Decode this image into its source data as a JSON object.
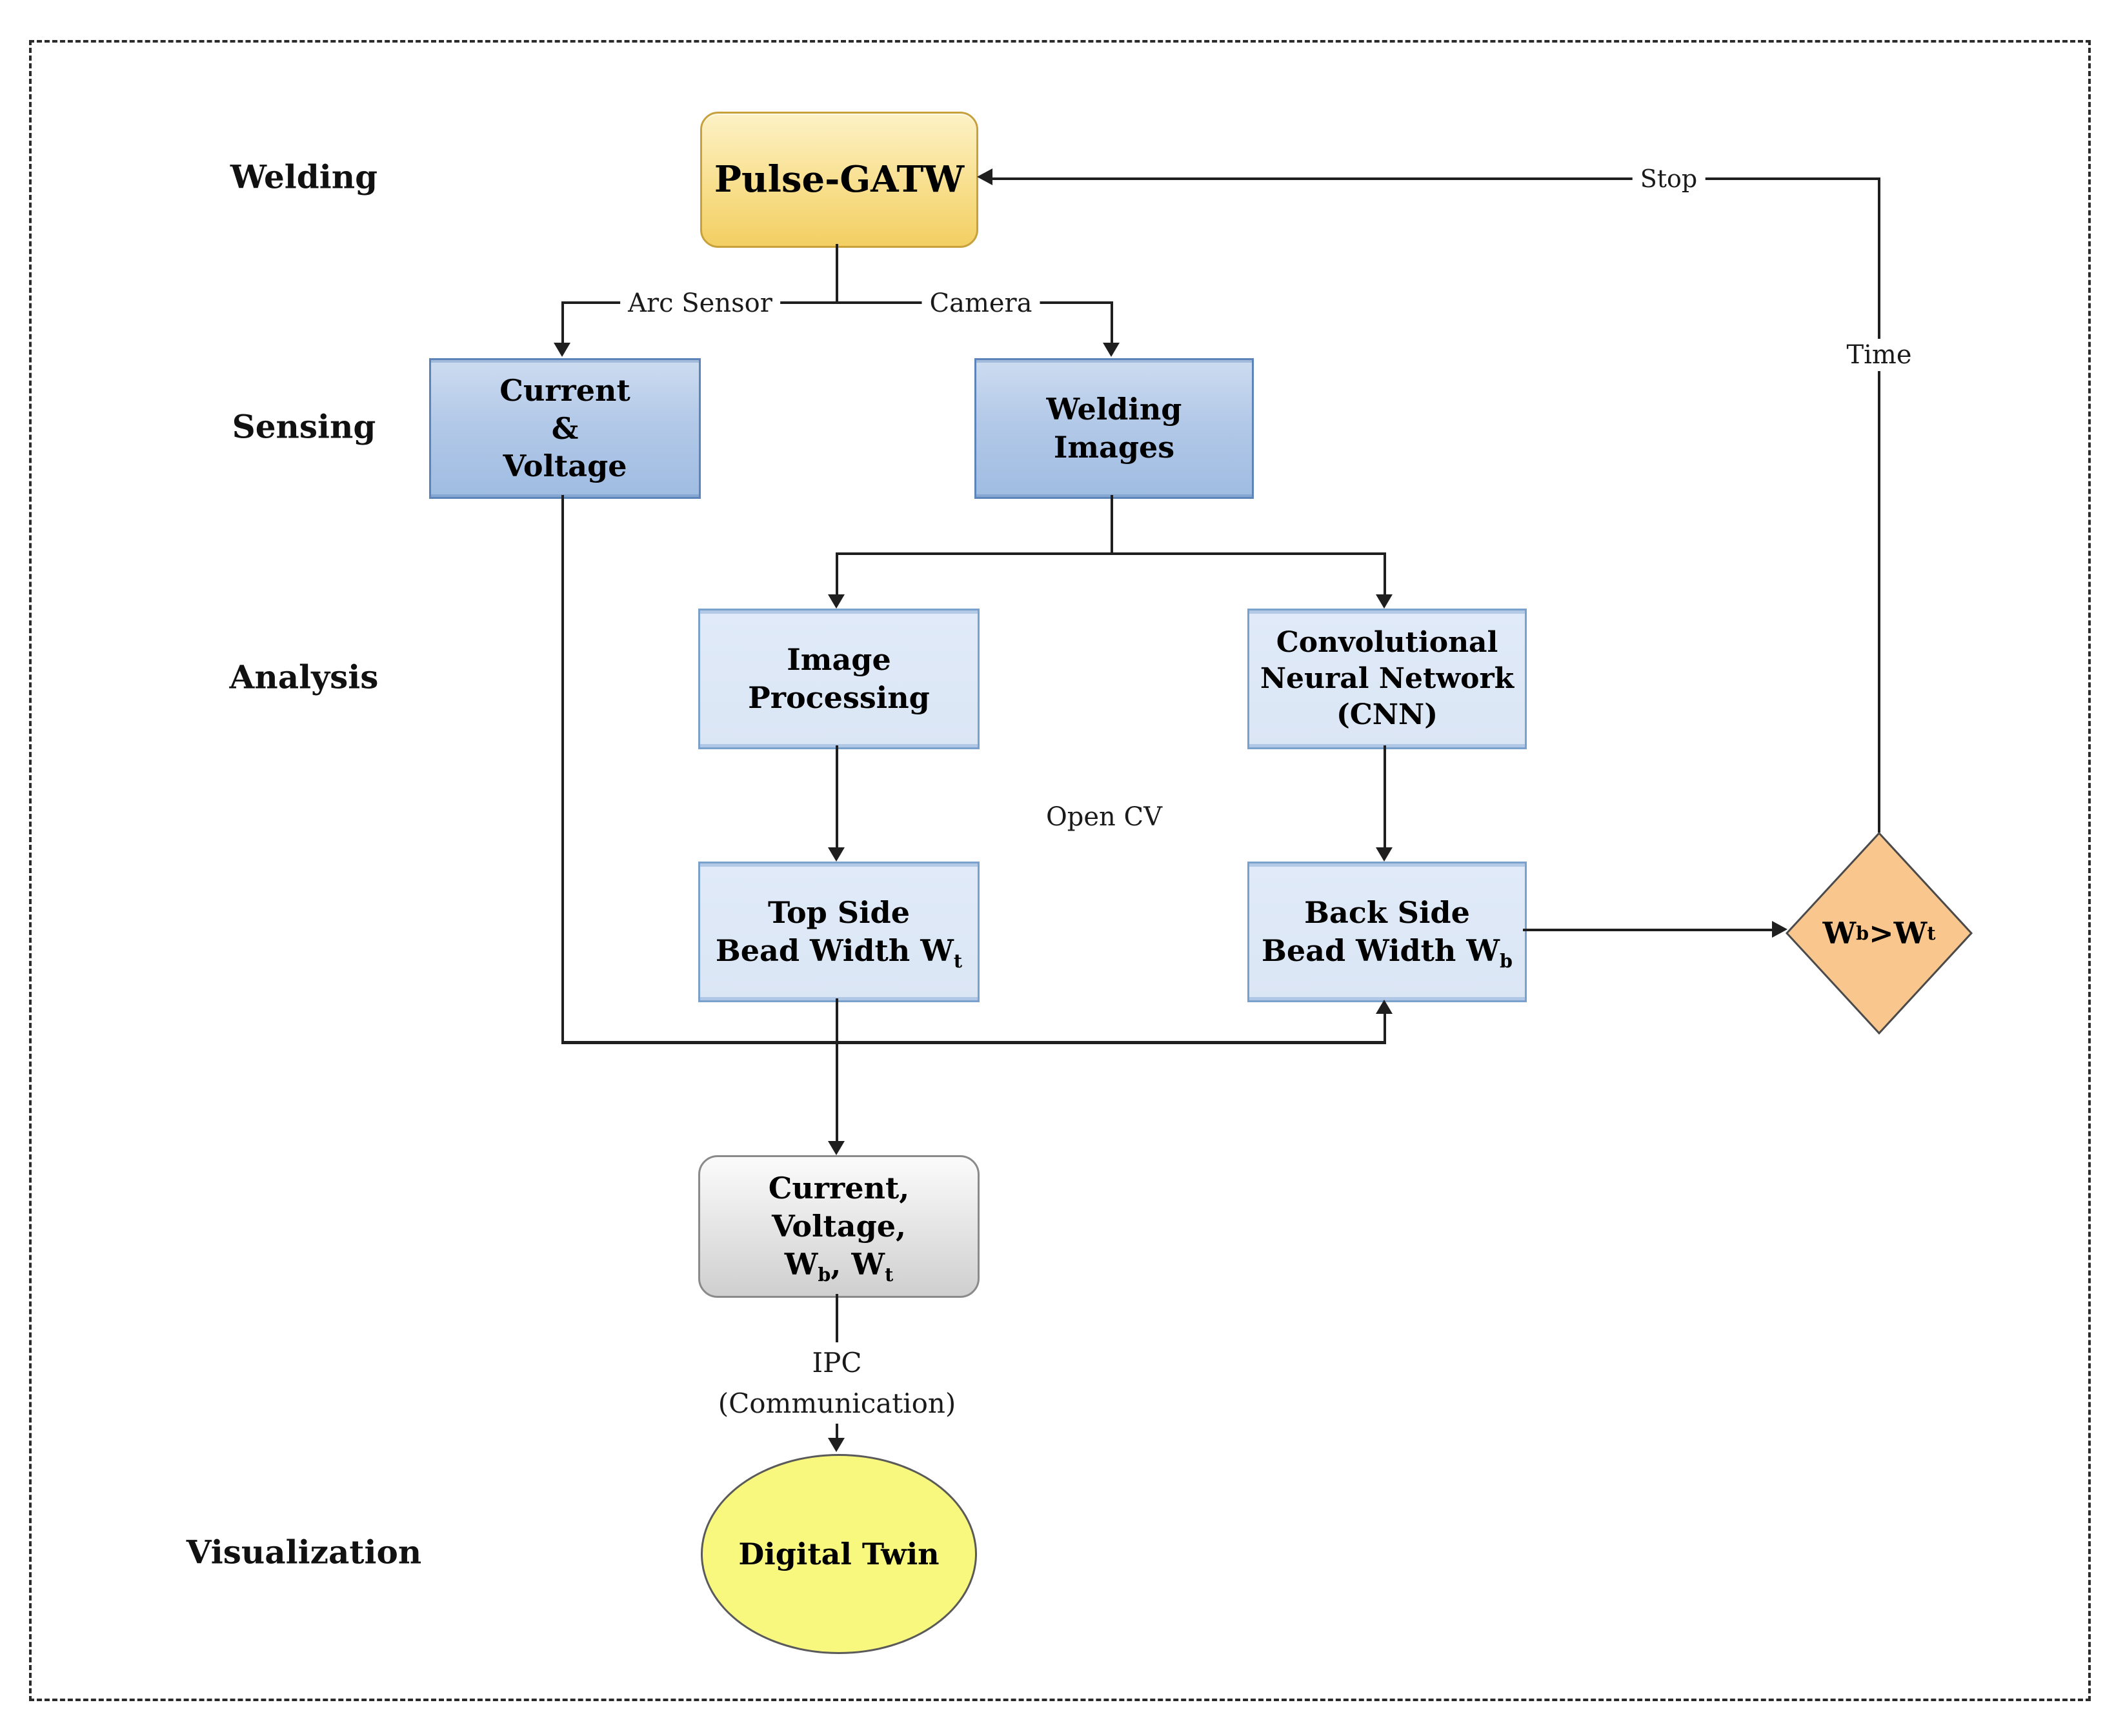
{
  "figure": {
    "stage_labels": {
      "welding": "Welding",
      "sensing": "Sensing",
      "analysis": "Analysis",
      "visualization": "Visualization"
    },
    "nodes": {
      "pulse_gatw": {
        "label": "Pulse-GATW"
      },
      "current_voltage": {
        "lines": [
          "Current",
          "&",
          "Voltage"
        ]
      },
      "welding_images": {
        "lines": [
          "Welding",
          "Images"
        ]
      },
      "image_processing": {
        "lines": [
          "Image",
          "Processing"
        ]
      },
      "cnn": {
        "lines": [
          "Convolutional",
          "Neural Network",
          "(CNN)"
        ]
      },
      "top_side": {
        "line1": "Top Side",
        "line2_main": "Bead Width W",
        "line2_sub": "t"
      },
      "back_side": {
        "line1": "Back Side",
        "line2_main": "Bead Width W",
        "line2_sub": "b"
      },
      "data_bundle": {
        "line1": "Current,",
        "line2": "Voltage,",
        "w1": "W",
        "w1_sub": "b",
        "sep": ", ",
        "w2": "W",
        "w2_sub": "t"
      },
      "decision": {
        "w1": "W",
        "w1_sub": "b",
        "op": " >",
        "w2": "W",
        "w2_sub": "t"
      },
      "digital_twin": {
        "label": "Digital Twin"
      }
    },
    "edge_labels": {
      "arc_sensor": "Arc Sensor",
      "camera": "Camera",
      "open_cv": "Open CV",
      "stop": "Stop",
      "time": "Time",
      "ipc_line1": "IPC",
      "ipc_line2": "(Communication)"
    },
    "colors": {
      "pulse_fill_top": "#fdf2c6",
      "pulse_fill_bottom": "#f3cf63",
      "pulse_border": "#c7a13c",
      "sensing_fill_top": "#cddcf0",
      "sensing_fill_bottom": "#9fbce2",
      "sensing_border": "#5c84b8",
      "analysis_fill": "#dde7f5",
      "analysis_border": "#7aa0cc",
      "decision_fill": "#f9c78e",
      "decision_border": "#4a4a4a",
      "bundle_fill_top": "#fbfbfb",
      "bundle_fill_bottom": "#cfcfcf",
      "bundle_border": "#8a8a8a",
      "terminal_fill": "#f8f87e",
      "terminal_border": "#5a5a5a",
      "line_color": "#1f1f1f",
      "background": "#ffffff"
    }
  }
}
